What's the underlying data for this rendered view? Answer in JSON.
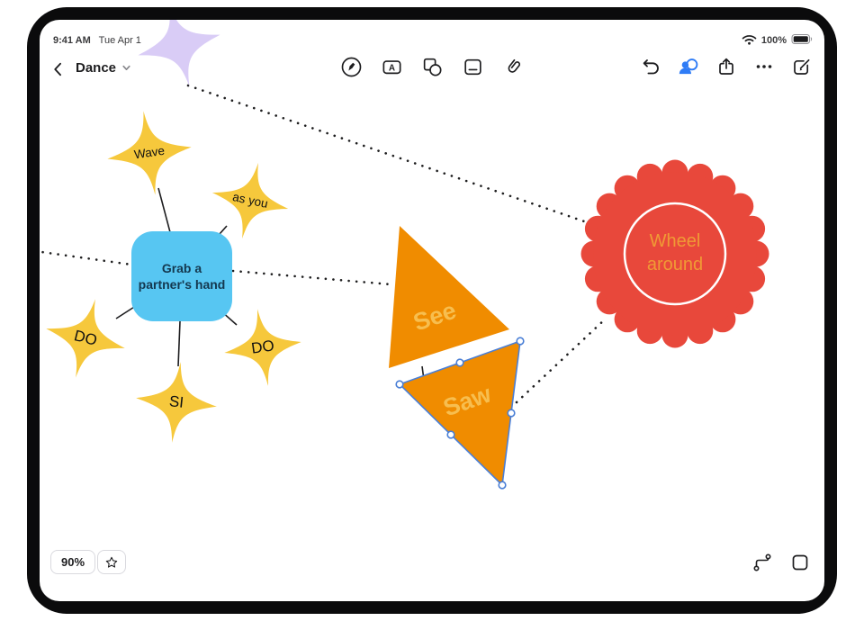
{
  "status": {
    "time": "9:41 AM",
    "date": "Tue Apr 1",
    "battery_percent": "100%"
  },
  "nav": {
    "title": "Dance"
  },
  "toolbar": {
    "icons": [
      "marker",
      "text-box",
      "shapes",
      "sticky-note",
      "attachment"
    ]
  },
  "actions": {
    "icons": [
      "undo",
      "collaborate",
      "share",
      "more",
      "new-board"
    ]
  },
  "board": {
    "mindmap": {
      "center": {
        "label": "Grab a partner's hand",
        "fill": "#57C6F2"
      },
      "star_fill": "#F6C83C",
      "stars": [
        {
          "label": "Wave"
        },
        {
          "label": "as you"
        },
        {
          "label": "DO"
        },
        {
          "label": "DO"
        },
        {
          "label": "SI"
        }
      ]
    },
    "triangles": [
      {
        "label": "See",
        "selected": false
      },
      {
        "label": "Saw",
        "selected": true
      }
    ],
    "triangle_fill": "#F08C00",
    "triangle_text_color": "#F7BE4F",
    "flower": {
      "label": "Wheel around",
      "fill": "#E8483B",
      "text_color": "#F09A35"
    },
    "blob_fill": "#D9CCF6",
    "selection_color": "#4A7FD6"
  },
  "footer": {
    "zoom": "90%"
  }
}
